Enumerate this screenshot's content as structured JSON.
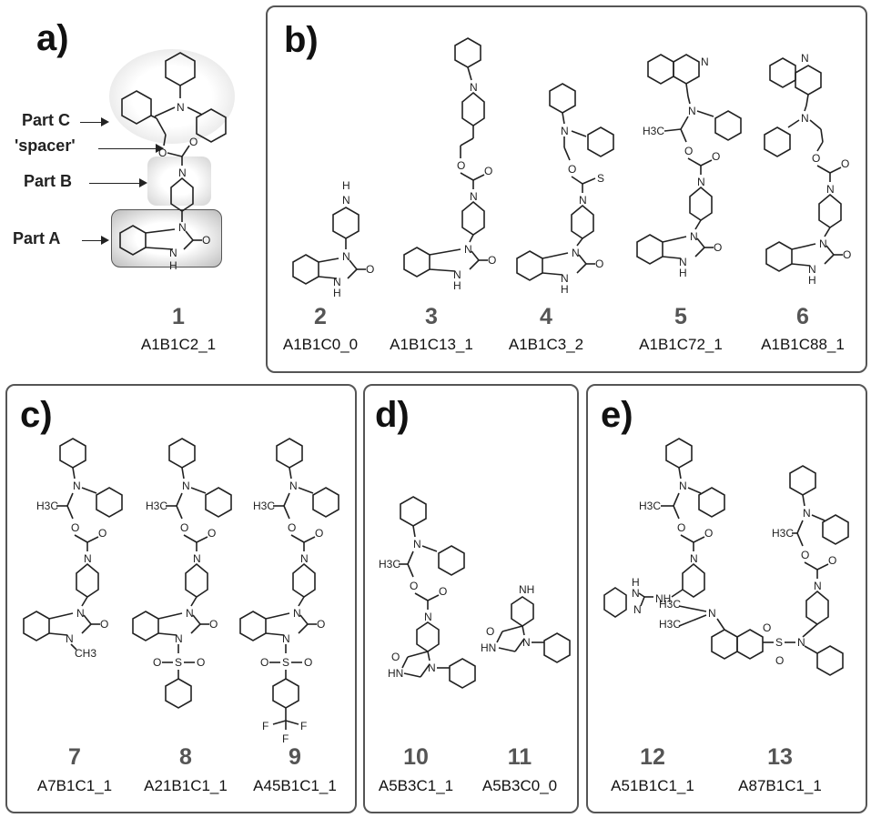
{
  "panels": {
    "a": {
      "label": "a)"
    },
    "b": {
      "label": "b)"
    },
    "c": {
      "label": "c)"
    },
    "d": {
      "label": "d)"
    },
    "e": {
      "label": "e)"
    }
  },
  "parts": {
    "part_c": "Part C",
    "spacer": "'spacer'",
    "part_b": "Part B",
    "part_a": "Part A"
  },
  "atoms": {
    "N": "N",
    "O": "O",
    "S": "S",
    "H": "H",
    "NH": "NH",
    "HN": "HN",
    "H3C": "H3C",
    "CH3": "CH3",
    "F": "F"
  },
  "compounds": [
    {
      "number": "1",
      "code": "A1B1C2_1"
    },
    {
      "number": "2",
      "code": "A1B1C0_0"
    },
    {
      "number": "3",
      "code": "A1B1C13_1"
    },
    {
      "number": "4",
      "code": "A1B1C3_2"
    },
    {
      "number": "5",
      "code": "A1B1C72_1"
    },
    {
      "number": "6",
      "code": "A1B1C88_1"
    },
    {
      "number": "7",
      "code": "A7B1C1_1"
    },
    {
      "number": "8",
      "code": "A21B1C1_1"
    },
    {
      "number": "9",
      "code": "A45B1C1_1"
    },
    {
      "number": "10",
      "code": "A5B3C1_1"
    },
    {
      "number": "11",
      "code": "A5B3C0_0"
    },
    {
      "number": "12",
      "code": "A51B1C1_1"
    },
    {
      "number": "13",
      "code": "A87B1C1_1"
    }
  ]
}
